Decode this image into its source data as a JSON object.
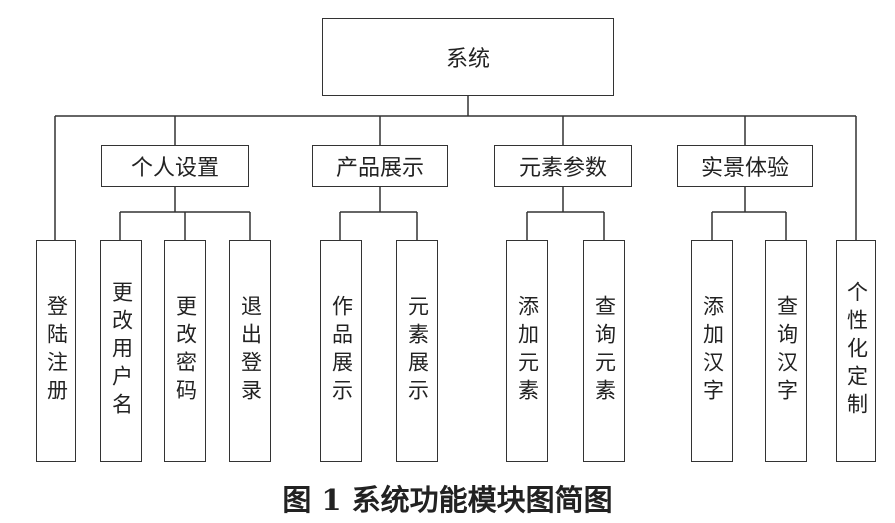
{
  "root": "系统",
  "groups": [
    {
      "label": "个人设置",
      "children": [
        "更改用户名",
        "更改密码",
        "退出登录"
      ]
    },
    {
      "label": "产品展示",
      "children": [
        "作品展示",
        "元素展示"
      ]
    },
    {
      "label": "元素参数",
      "children": [
        "添加元素",
        "查询元素"
      ]
    },
    {
      "label": "实景体验",
      "children": [
        "添加汉字",
        "查询汉字"
      ]
    }
  ],
  "standalone": [
    "登陆注册",
    "个性化定制"
  ],
  "caption": "图 1  系统功能模块图简图"
}
